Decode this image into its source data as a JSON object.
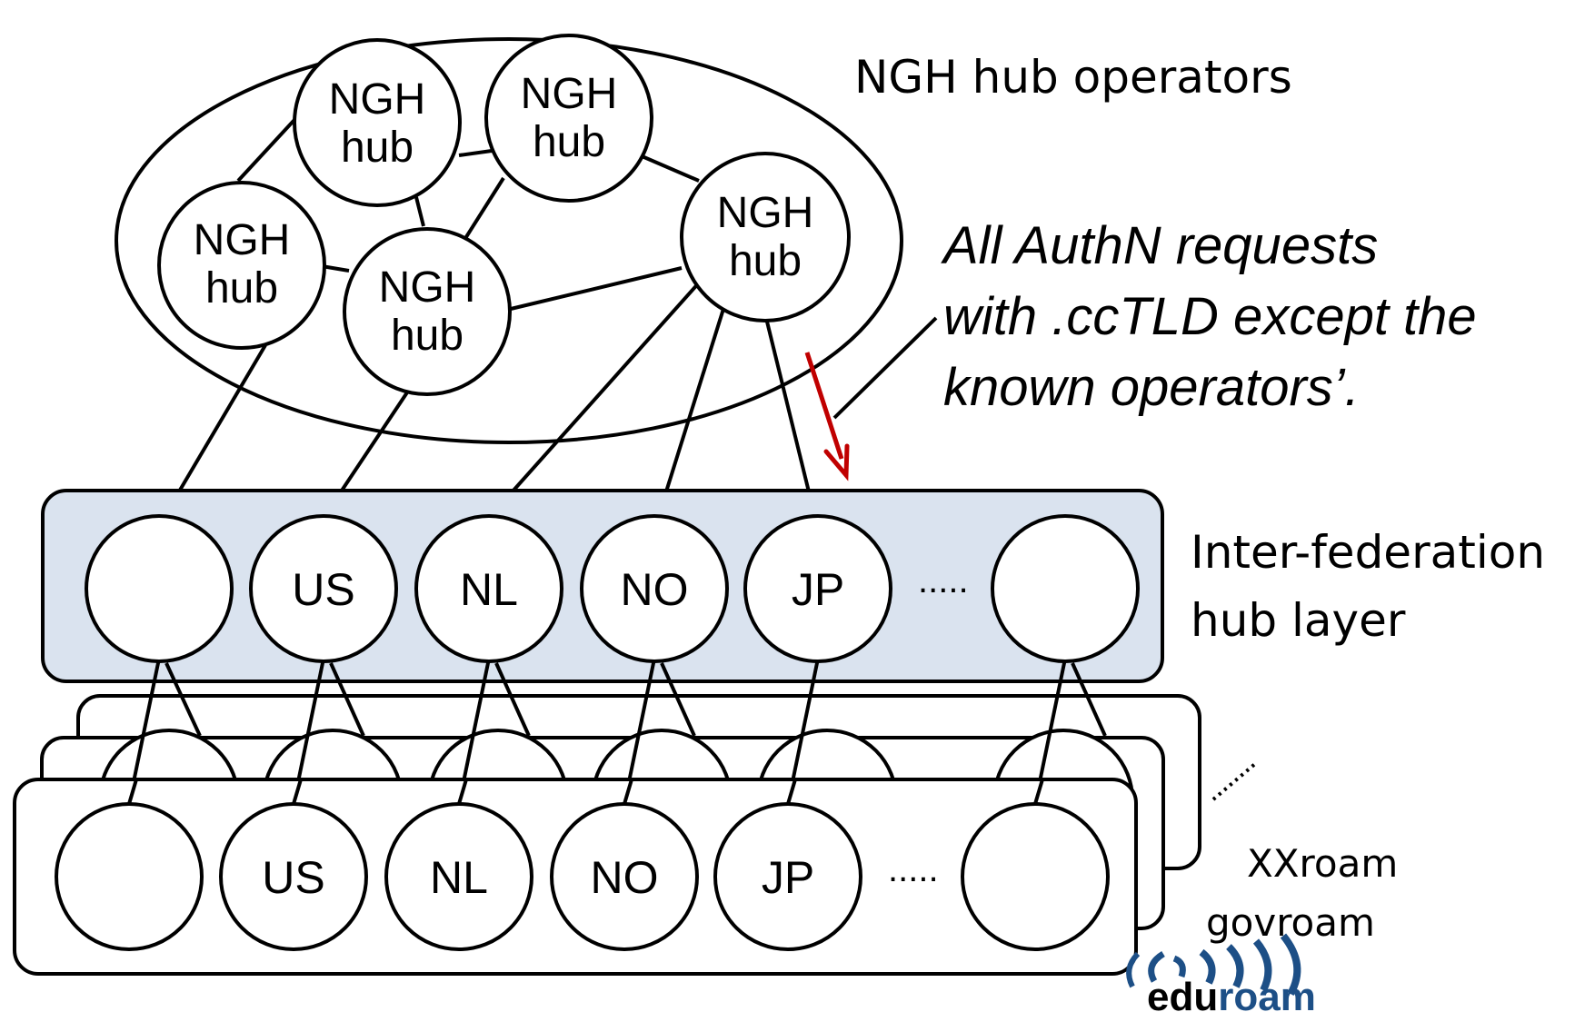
{
  "title": "NGH hub operators",
  "annotation": {
    "lines": [
      "All AuthN requests",
      "with .ccTLD except the",
      "known operators’."
    ],
    "arrow_color": "#c00000"
  },
  "ngh_hubs": [
    {
      "id": "hub-a",
      "line1": "NGH",
      "line2": "hub"
    },
    {
      "id": "hub-b",
      "line1": "NGH",
      "line2": "hub"
    },
    {
      "id": "hub-c",
      "line1": "NGH",
      "line2": "hub"
    },
    {
      "id": "hub-d",
      "line1": "NGH",
      "line2": "hub"
    },
    {
      "id": "hub-e",
      "line1": "NGH",
      "line2": "hub"
    }
  ],
  "inter_federation_layer": {
    "label_line1": "Inter-federation",
    "label_line2": "hub layer",
    "fill_color": "#dae3ef",
    "nodes": [
      "",
      "US",
      "NL",
      "NO",
      "JP",
      "",
      ""
    ]
  },
  "federation_layer": {
    "nodes": [
      "",
      "US",
      "NL",
      "NO",
      "JP",
      "",
      ""
    ]
  },
  "ellipsis": ".....",
  "stack_labels": [
    "XXroam",
    "govroam"
  ],
  "logo": {
    "prefix": "edu",
    "suffix": "roam",
    "color": "#1d4f86"
  }
}
